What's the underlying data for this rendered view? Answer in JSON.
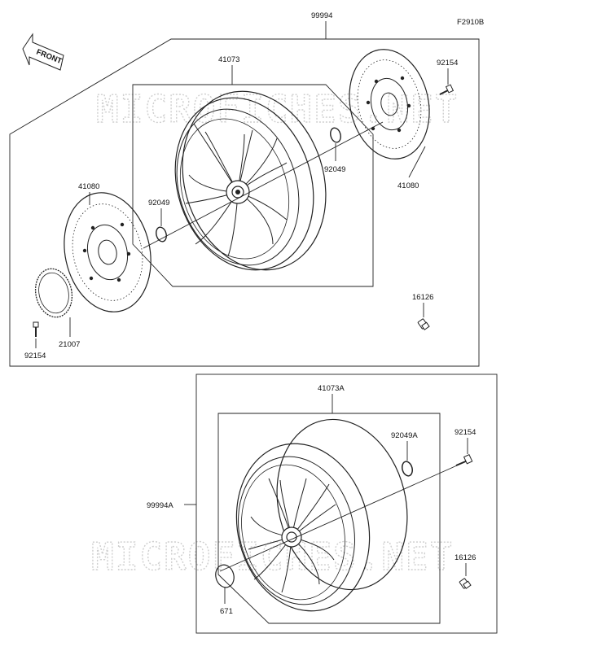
{
  "figure_code": "F2910B",
  "front_label": "FRONT",
  "watermark": "MICROFICHES.NET",
  "parts": {
    "front_wheel_assy": "99994",
    "front_wheel": "41073",
    "front_disc_right": "41080",
    "front_disc_left": "41080",
    "front_bolt_right": "92154",
    "front_bolt_left": "92154",
    "front_collar_right": "92049",
    "front_collar_left": "92049",
    "front_valve": "16126",
    "sensor_rotor": "21007",
    "rear_wheel_assy": "99994A",
    "rear_wheel": "41073A",
    "rear_collar": "92049A",
    "rear_bolt": "92154",
    "rear_valve": "16126",
    "rear_oring": "671"
  }
}
